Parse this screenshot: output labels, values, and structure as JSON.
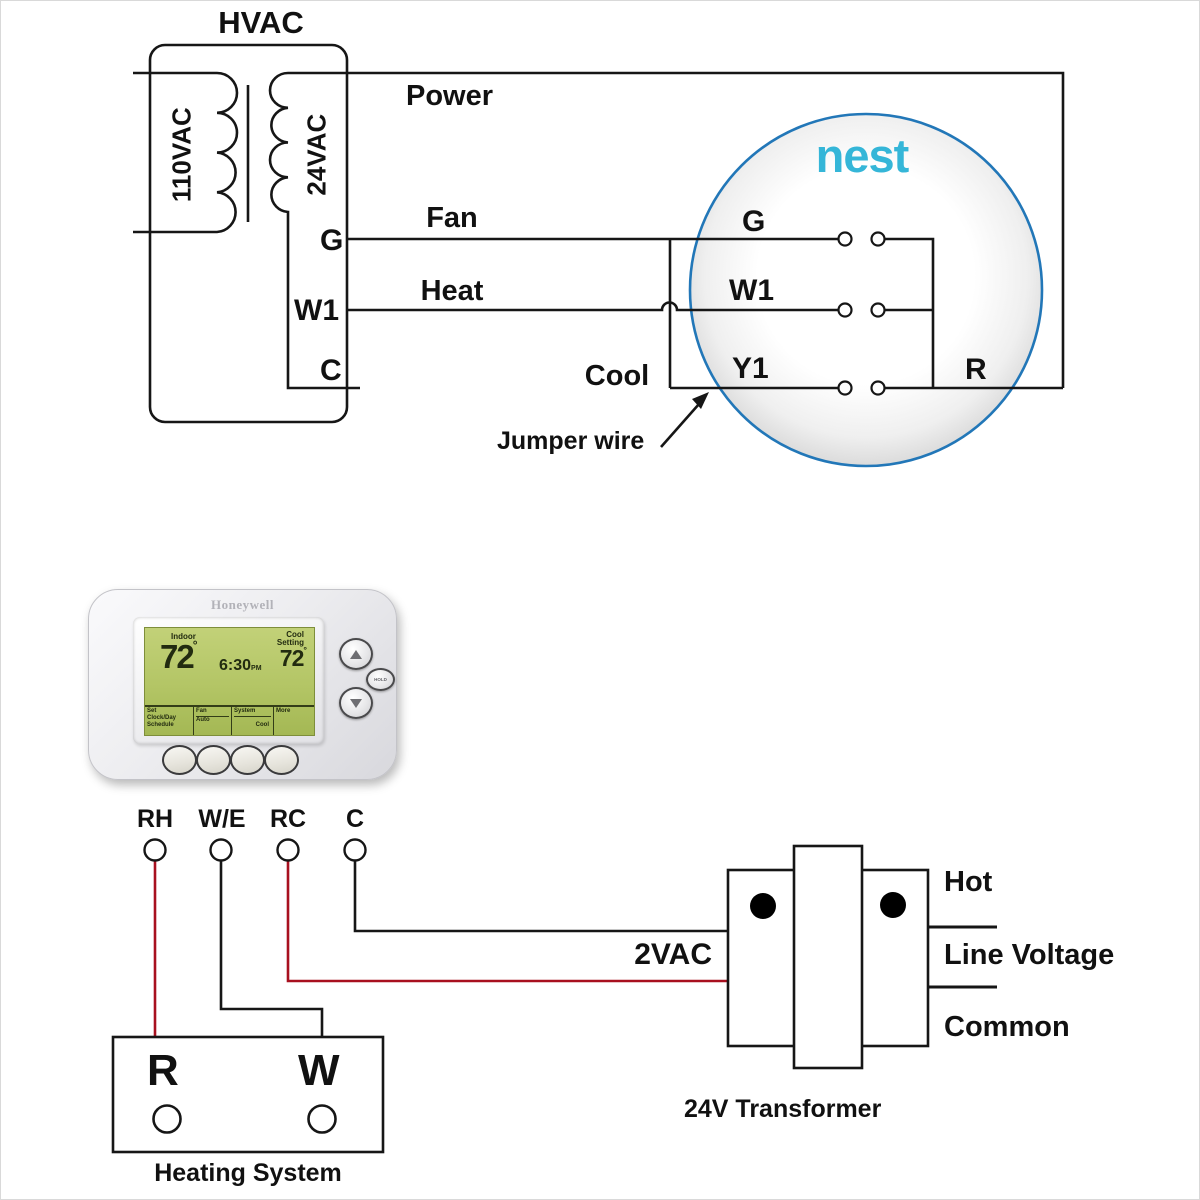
{
  "colors": {
    "wire_black": "#161616",
    "wire_red": "#a8101f",
    "nest_circle_blue": "#2277b8",
    "nest_logo_cyan": "#35b6d8",
    "screen_green": "#b3c565"
  },
  "hvac": {
    "title": "HVAC",
    "primary_label": "110VAC",
    "secondary_label": "24VAC",
    "terminals": {
      "g": "G",
      "w1": "W1",
      "c": "C"
    }
  },
  "wire_labels": {
    "power": "Power",
    "fan": "Fan",
    "heat": "Heat",
    "cool": "Cool"
  },
  "nest": {
    "logo": "nest",
    "terminals": {
      "g": "G",
      "w1": "W1",
      "y1": "Y1",
      "r": "R"
    },
    "annotation": "Jumper wire"
  },
  "thermostat": {
    "brand": "Honeywell",
    "screen": {
      "indoor_label": "Indoor",
      "indoor_temp": "72",
      "degree": "°",
      "time": "6:30",
      "time_suffix": "PM",
      "setting_label_line1": "Cool",
      "setting_label_line2": "Setting",
      "setting_temp": "72",
      "menu": {
        "item1_line1": "Set",
        "item1_line2": "Clock/Day",
        "item1_line3": "Schedule",
        "item2_line1": "Fan",
        "item2_line2": "Auto",
        "item3_line1": "System",
        "item3_line2": "Cool",
        "item4": "More"
      }
    },
    "hold_button": "HOLD",
    "terminals": {
      "rh": "RH",
      "we": "W/E",
      "rc": "RC",
      "c": "C"
    }
  },
  "heating_system": {
    "title": "Heating System",
    "terminal_r": "R",
    "terminal_w": "W"
  },
  "transformer": {
    "title": "24V Transformer",
    "input_label": "2VAC",
    "hot": "Hot",
    "line_voltage": "Line Voltage",
    "common": "Common"
  }
}
